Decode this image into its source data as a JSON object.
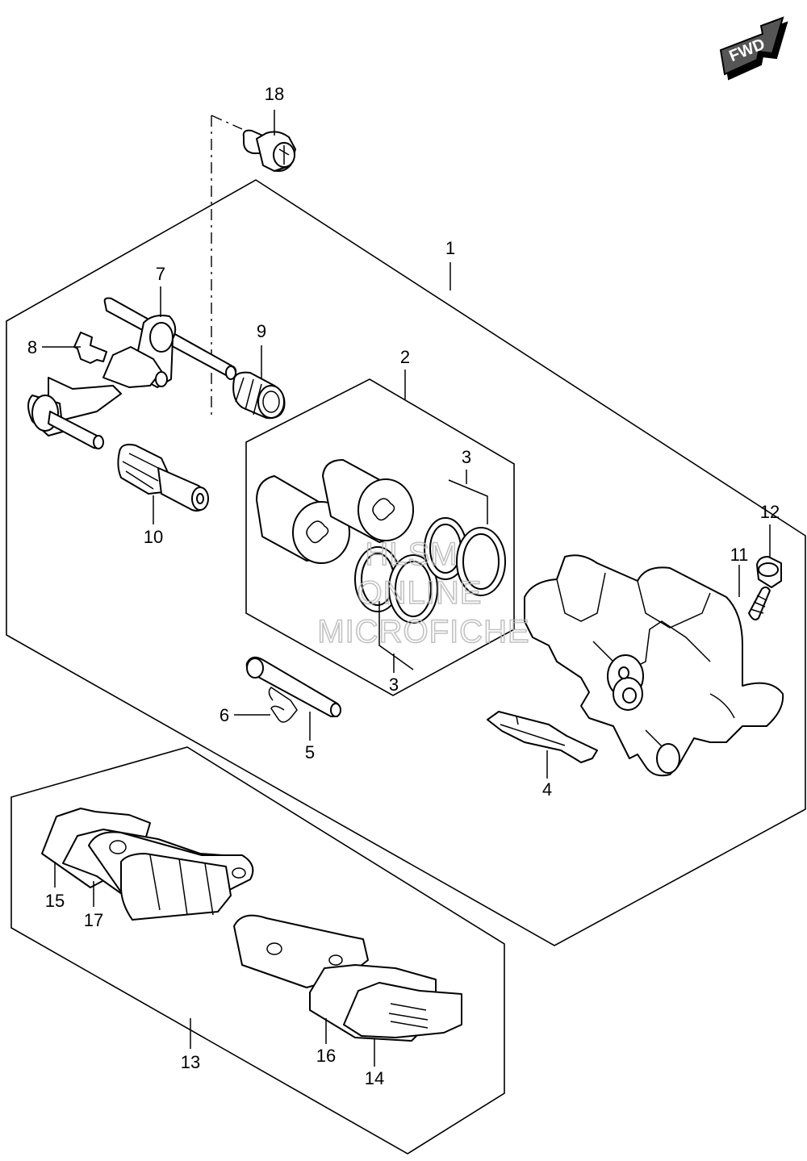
{
  "fwd_arrow": {
    "label": "FWD"
  },
  "watermark": {
    "line1": "HLSM",
    "line2": "ONLINE",
    "line3": "MICROFICHE"
  },
  "callouts": {
    "c1": "1",
    "c2": "2",
    "c3a": "3",
    "c3b": "3",
    "c4": "4",
    "c5": "5",
    "c6": "6",
    "c7": "7",
    "c8": "8",
    "c9": "9",
    "c10": "10",
    "c11": "11",
    "c12": "12",
    "c13": "13",
    "c14": "14",
    "c15": "15",
    "c16": "16",
    "c17": "17",
    "c18": "18"
  },
  "colors": {
    "line": "#000000",
    "background": "#ffffff",
    "watermark": "#b8b8b8"
  }
}
